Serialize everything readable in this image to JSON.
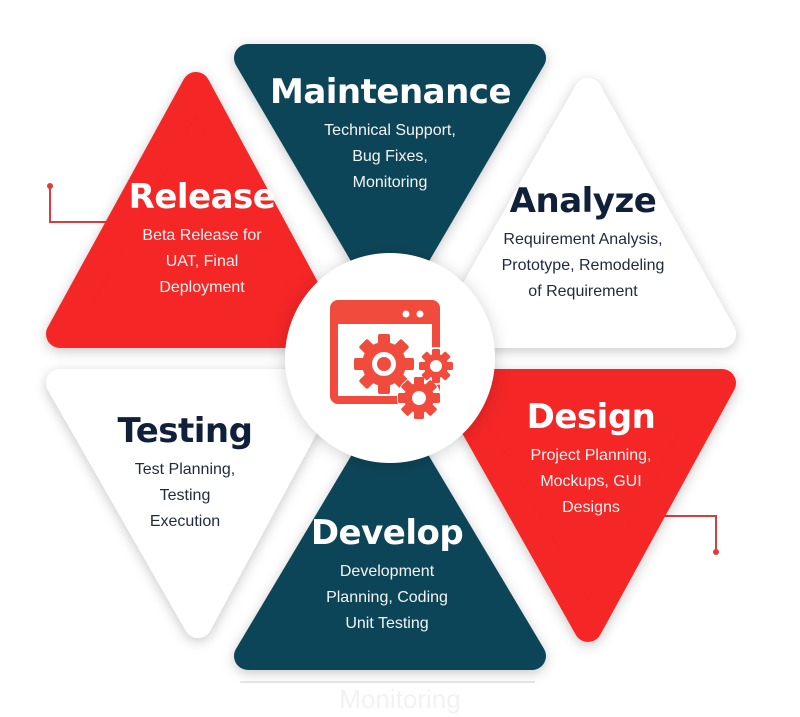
{
  "colors": {
    "navy": "#0b4559",
    "red": "#f42527",
    "white": "#ffffff",
    "icon": "#f04b3c"
  },
  "center_icon": "gears-window-icon",
  "segments": [
    {
      "id": "maintenance",
      "title": "Maintenance",
      "desc": [
        "Technical Support,",
        "Bug Fixes,",
        "Monitoring"
      ],
      "color": "navy"
    },
    {
      "id": "analyze",
      "title": "Analyze",
      "desc": [
        "Requirement Analysis,",
        "Prototype, Remodeling",
        "of Requirement"
      ],
      "color": "white"
    },
    {
      "id": "design",
      "title": "Design",
      "desc": [
        "Project Planning,",
        "Mockups, GUI",
        "Designs"
      ],
      "color": "red"
    },
    {
      "id": "develop",
      "title": "Develop",
      "desc": [
        "Development",
        "Planning, Coding",
        "Unit Testing"
      ],
      "color": "navy"
    },
    {
      "id": "testing",
      "title": "Testing",
      "desc": [
        "Test Planning,",
        "Testing",
        "Execution"
      ],
      "color": "white"
    },
    {
      "id": "release",
      "title": "Release",
      "desc": [
        "Beta Release for",
        "UAT, Final",
        "Deployment"
      ],
      "color": "red"
    }
  ],
  "ghost_label": "Monitoring"
}
